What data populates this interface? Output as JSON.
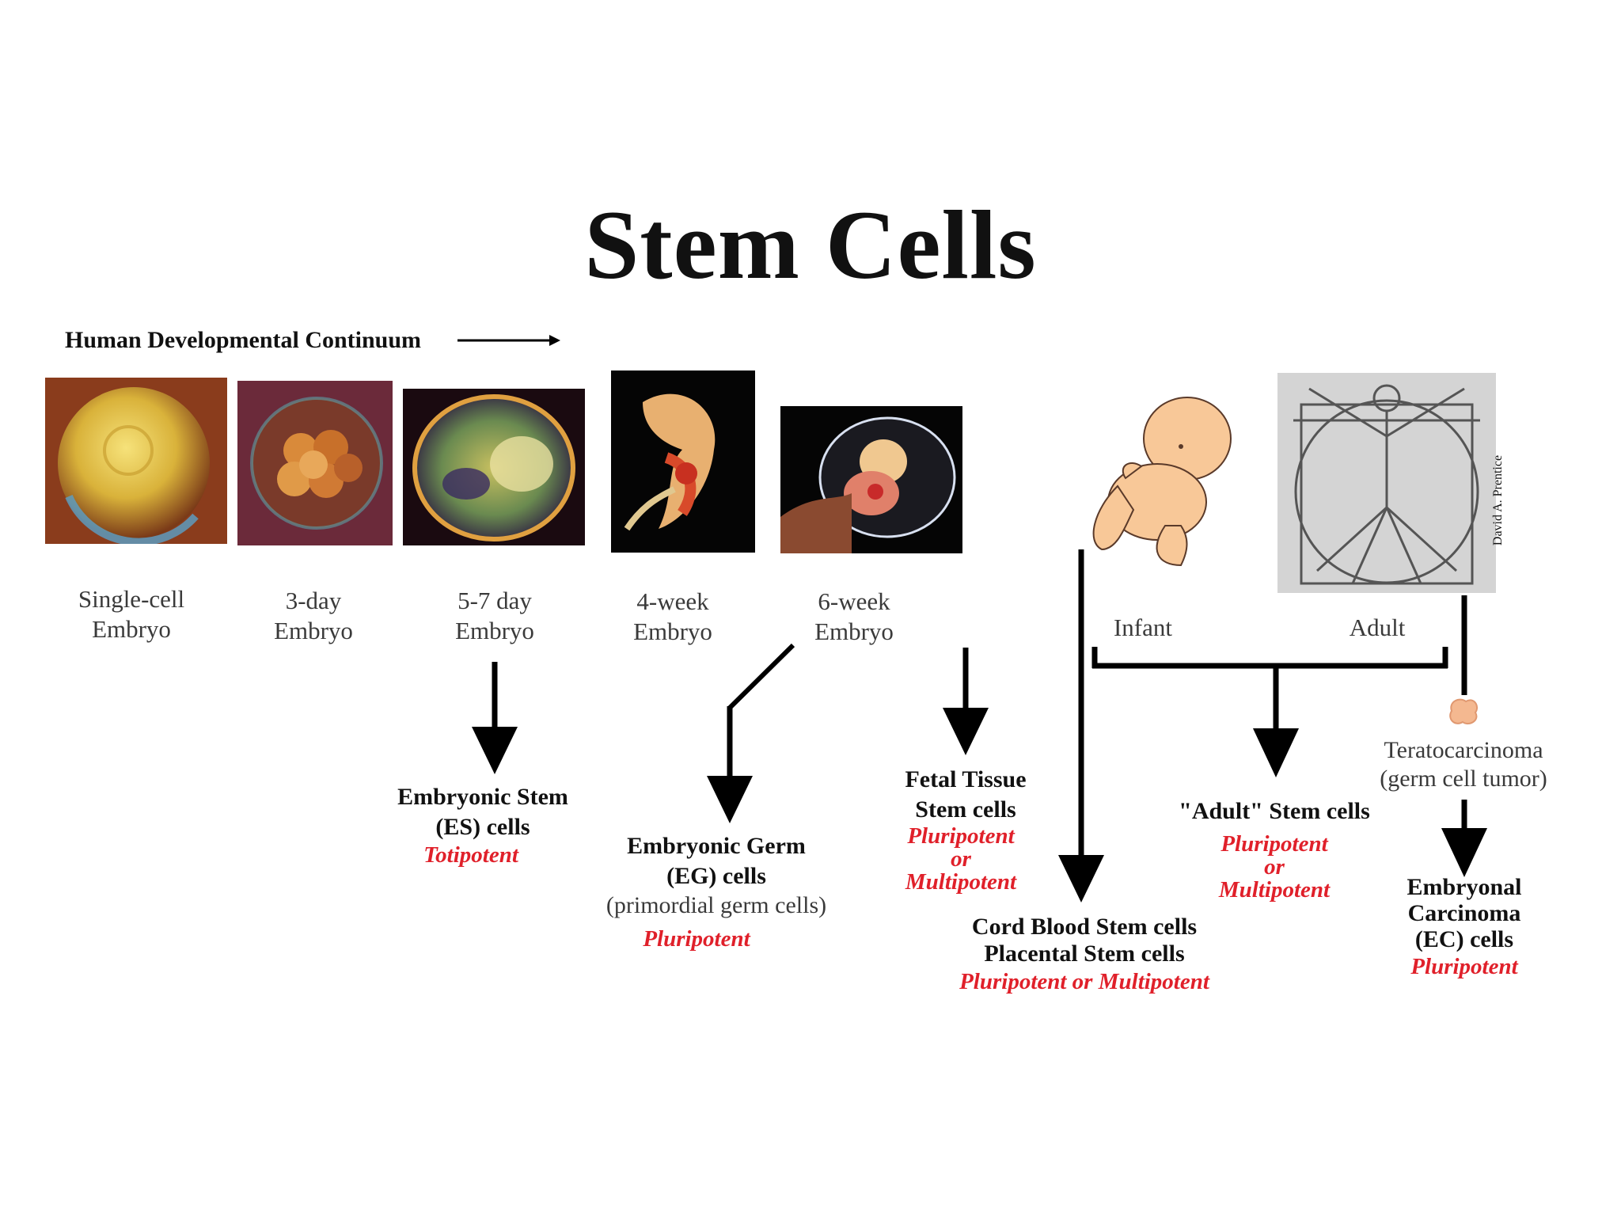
{
  "title": "Stem Cells",
  "continuum": {
    "label": "Human Developmental Continuum"
  },
  "stages": [
    {
      "line1": "Single-cell",
      "line2": "Embryo"
    },
    {
      "line1": "3-day",
      "line2": "Embryo"
    },
    {
      "line1": "5-7 day",
      "line2": "Embryo"
    },
    {
      "line1": "4-week",
      "line2": "Embryo"
    },
    {
      "line1": "6-week",
      "line2": "Embryo"
    }
  ],
  "infant_label": "Infant",
  "adult_label": "Adult",
  "credit": "David A. Prentice",
  "teratocarcinoma": {
    "line1": "Teratocarcinoma",
    "line2": "(germ cell tumor)"
  },
  "cell_types": {
    "es": {
      "line1": "Embryonic Stem",
      "line2": "(ES) cells",
      "potency": "Totipotent"
    },
    "eg": {
      "line1": "Embryonic Germ",
      "line2": "(EG) cells",
      "note": "(primordial germ cells)",
      "potency": "Pluripotent"
    },
    "fetal": {
      "line1": "Fetal Tissue",
      "line2": "Stem cells",
      "potency1": "Pluripotent",
      "potency2": "or",
      "potency3": "Multipotent"
    },
    "cord": {
      "line1": "Cord Blood Stem cells",
      "line2": "Placental Stem cells",
      "potency": "Pluripotent or Multipotent"
    },
    "adult": {
      "line1": "\"Adult\" Stem cells",
      "potency1": "Pluripotent",
      "potency2": "or",
      "potency3": "Multipotent"
    },
    "ec": {
      "line1": "Embryonal",
      "line2": "Carcinoma",
      "line3": "(EC) cells",
      "potency": "Pluripotent"
    }
  },
  "colors": {
    "potency": "#e0202a",
    "arrow": "#000000"
  },
  "icons": [
    "single-cell-embryo-photo",
    "3-day-embryo-photo",
    "5-7-day-embryo-photo",
    "4-week-embryo-photo",
    "6-week-embryo-photo",
    "infant-drawing",
    "vitruvian-man-drawing",
    "teratocarcinoma-blob"
  ]
}
